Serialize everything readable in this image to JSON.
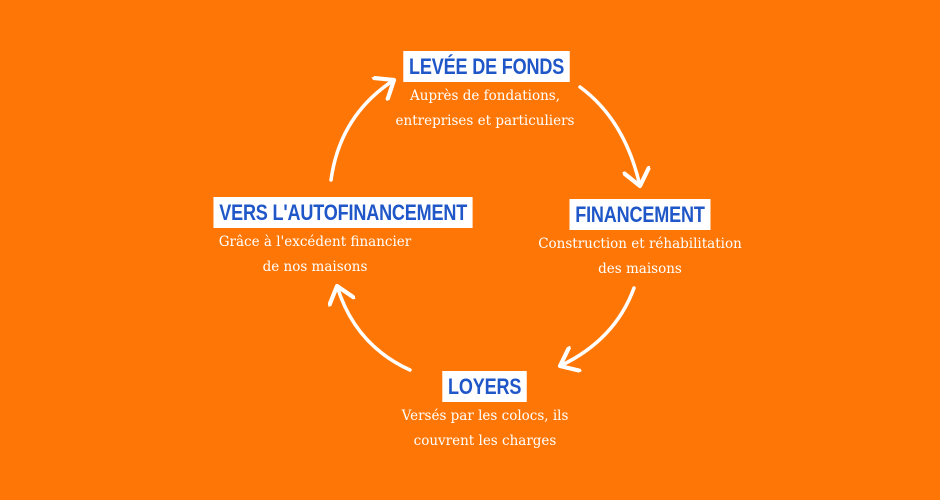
{
  "colors": {
    "background": "#fe7706",
    "title_bg": "#ffffff",
    "title_text": "#1f56c8",
    "arrow": "#ffffff",
    "desc_text": "#ffffff"
  },
  "cycle": {
    "top": {
      "title": "LEVÉE DE FONDS",
      "desc_line1": "Auprès de fondations,",
      "desc_line2": "entreprises et particuliers"
    },
    "right": {
      "title": "FINANCEMENT",
      "desc_line1": "Construction et réhabilitation",
      "desc_line2": "des maisons"
    },
    "bottom": {
      "title": "LOYERS",
      "desc_line1": "Versés par les colocs, ils",
      "desc_line2": "couvrent les charges"
    },
    "left": {
      "title": "VERS L'AUTOFINANCEMENT",
      "desc_line1": "Grâce à l'excédent financier",
      "desc_line2": "de nos maisons"
    }
  }
}
